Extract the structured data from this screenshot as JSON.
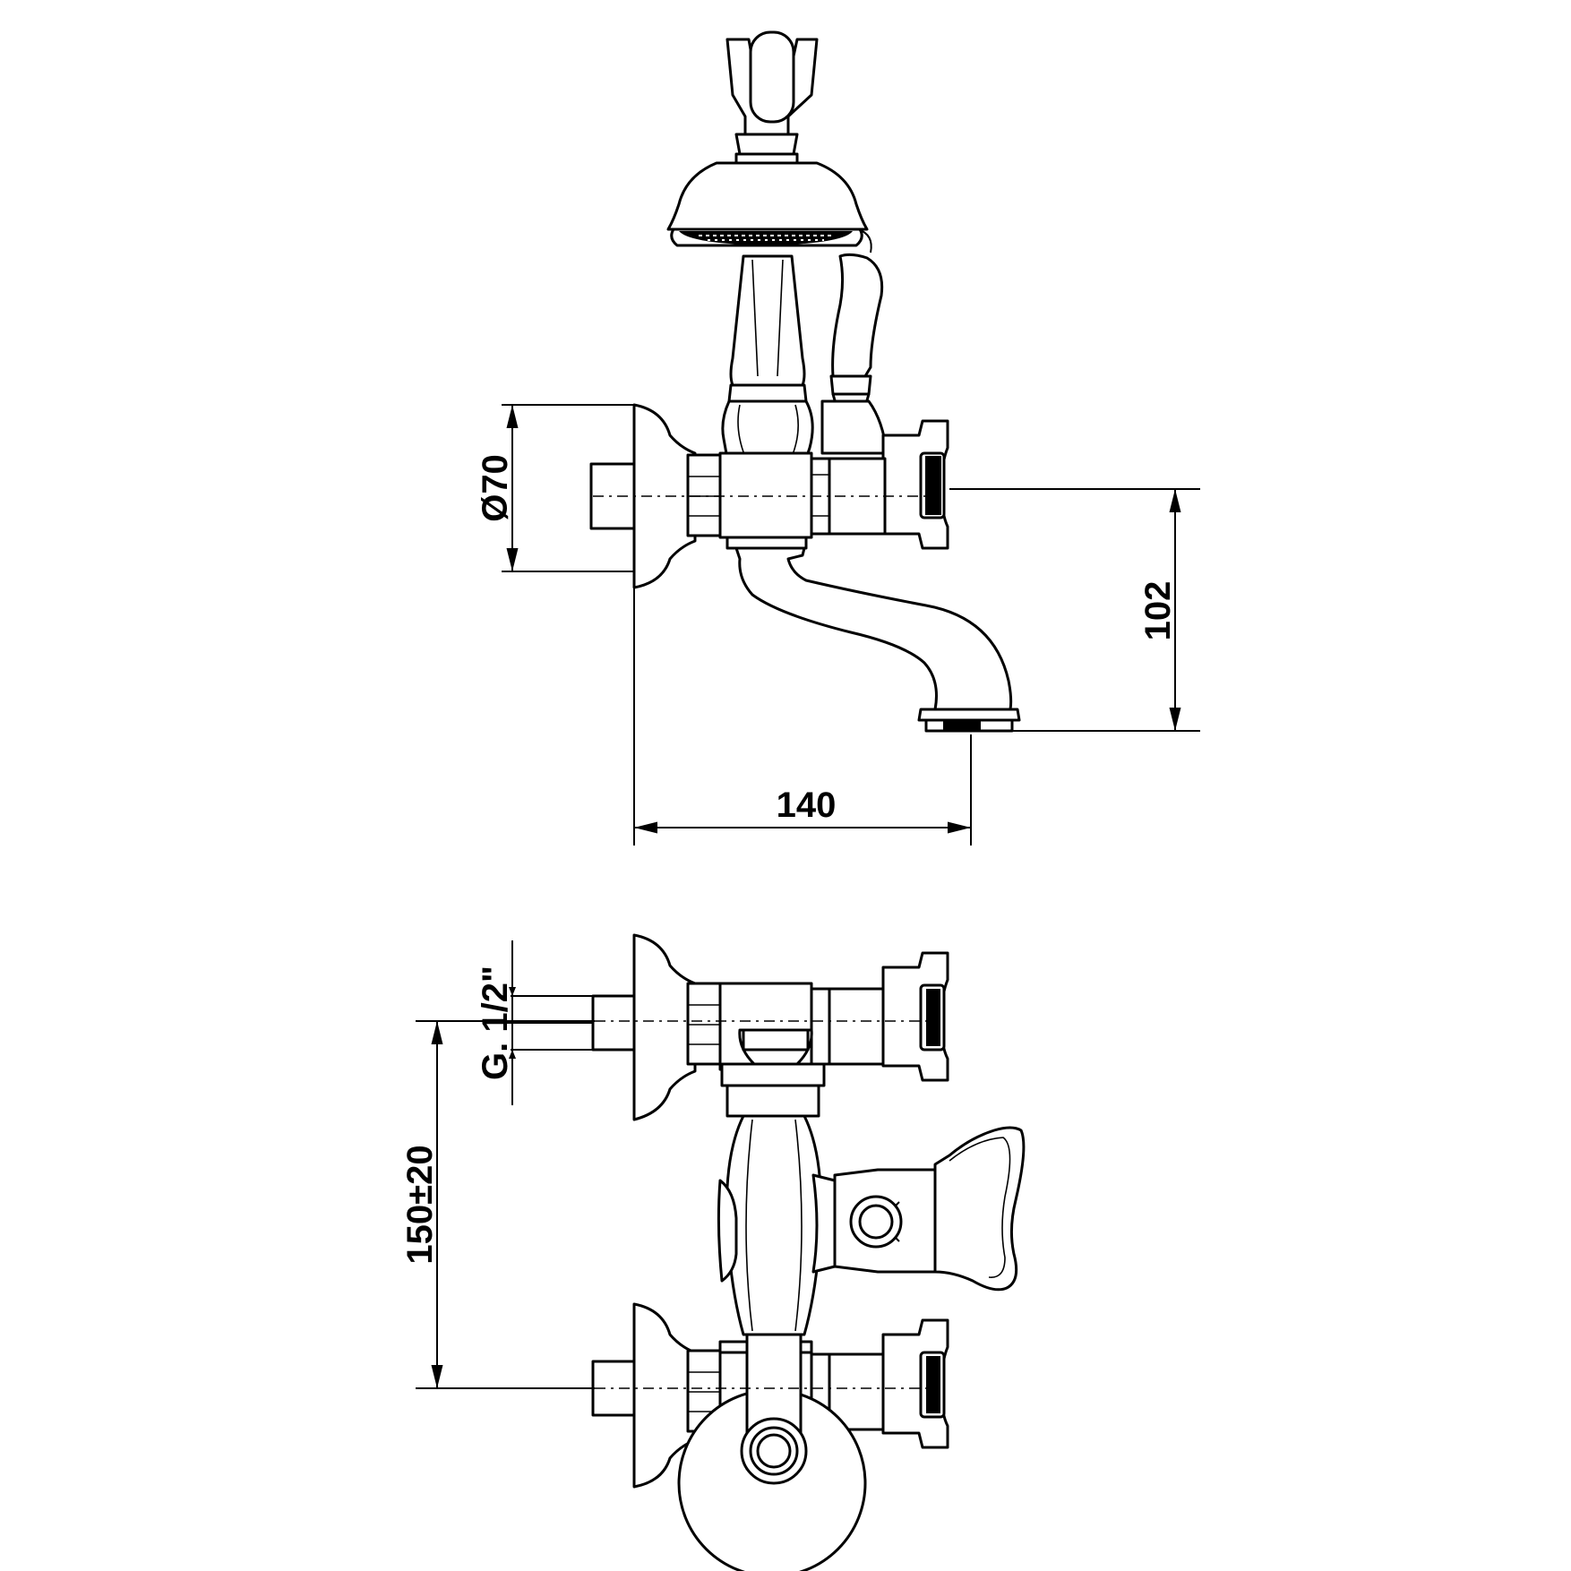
{
  "dimensions": {
    "diameter_flange": "Ø70",
    "spout_height": "102",
    "projection": "140",
    "thread": "G. 1/2\"",
    "centers": "150±20"
  },
  "colors": {
    "ink": "#000000",
    "paper": "#ffffff"
  }
}
